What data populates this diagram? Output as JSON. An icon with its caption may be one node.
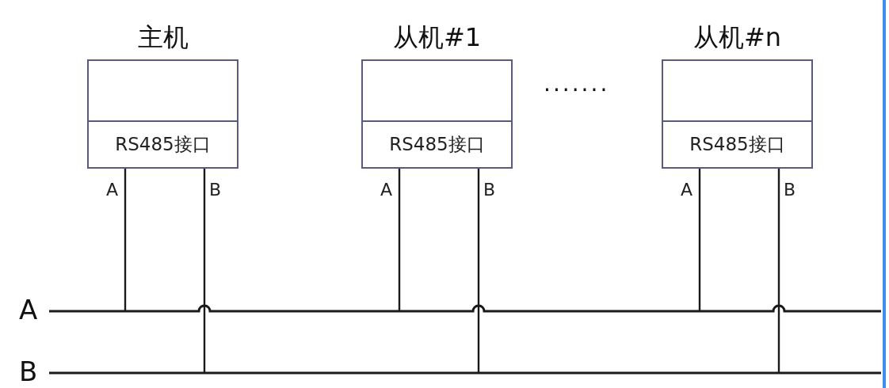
{
  "diagram": {
    "nodes": [
      {
        "text": [
          "主机"
        ]
      },
      {
        "text": [
          "RS485接口"
        ],
        "in": 0
      },
      {
        "text": [
          "从机#1"
        ]
      },
      {
        "text": [
          "RS485接口"
        ],
        "in": 2
      },
      {
        "text": [
          "从机#n"
        ]
      },
      {
        "text": [
          "RS485接口"
        ],
        "in": 4
      },
      {
        "text": [],
        "shape": "bar"
      },
      {
        "text": [],
        "shape": "bar"
      }
    ],
    "edges": [
      {
        "from": 1,
        "to": 6,
        "arrow": "none",
        "label": "A"
      },
      {
        "from": 1,
        "to": 7,
        "arrow": "none",
        "label": "B"
      },
      {
        "from": 3,
        "to": 6,
        "arrow": "none",
        "label": "A"
      },
      {
        "from": 3,
        "to": 7,
        "arrow": "none",
        "label": "B"
      },
      {
        "from": 5,
        "to": 6,
        "arrow": "none",
        "label": "A"
      },
      {
        "from": 5,
        "to": 7,
        "arrow": "none",
        "label": "B"
      }
    ],
    "labels": [
      "·······",
      "A",
      "B"
    ]
  }
}
